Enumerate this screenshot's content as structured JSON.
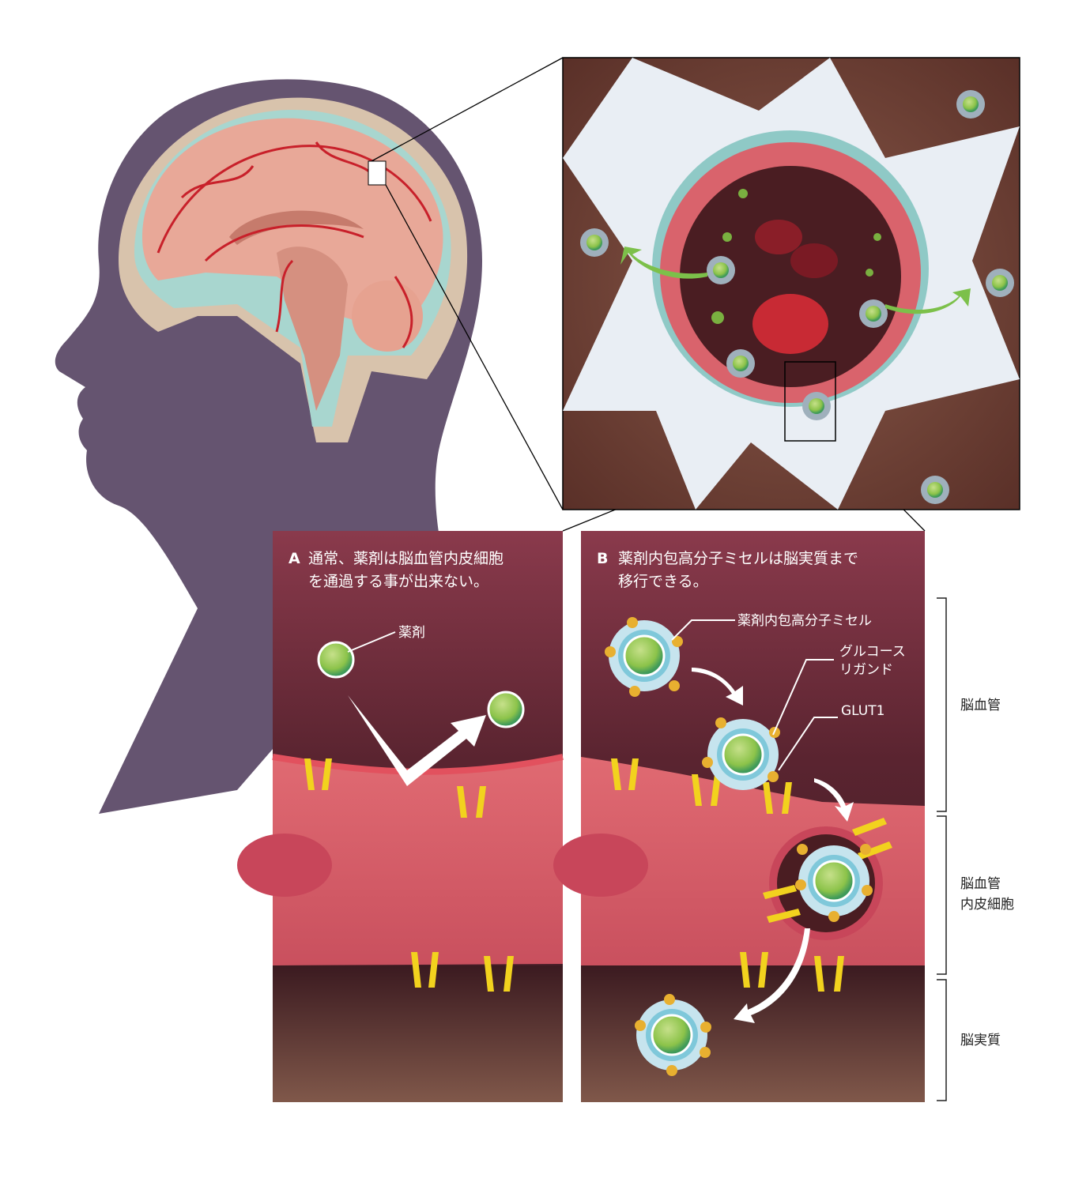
{
  "panel_a": {
    "letter": "A",
    "title_line1": "通常、薬剤は脳血管内皮細胞",
    "title_line2": "を通過する事が出来ない。",
    "drug_label": "薬剤"
  },
  "panel_b": {
    "letter": "B",
    "title_line1": "薬剤内包高分子ミセルは脳実質まで",
    "title_line2": "移行できる。",
    "micelle_label": "薬剤内包高分子ミセル",
    "ligand_label_line1": "グルコース",
    "ligand_label_line2": "リガンド",
    "glut1_label": "GLUT1"
  },
  "regions": {
    "vessel": "脳血管",
    "endothelium_line1": "脳血管",
    "endothelium_line2": "内皮細胞",
    "parenchyma": "脳実質"
  },
  "colors": {
    "silhouette": "#655470",
    "panel_top": "#8a3a4c",
    "vessel_wall": "#d9636c",
    "parenchyma": "#3b1a20",
    "drug": "#8cc34a",
    "ligand": "#e8b030",
    "glut1": "#f2d21e"
  }
}
